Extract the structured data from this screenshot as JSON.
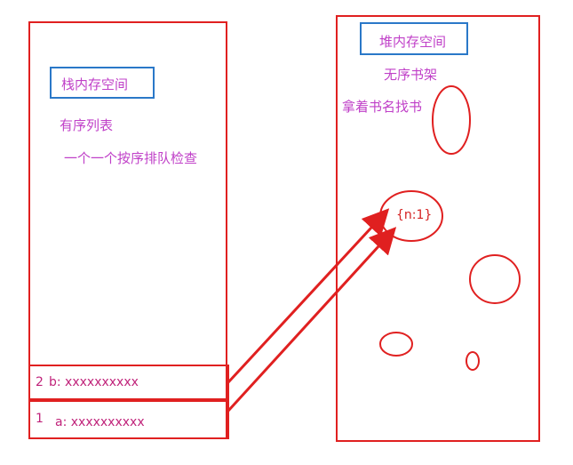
{
  "stack": {
    "label": "栈内存空间",
    "desc1": "有序列表",
    "desc2": "一个一个按序排队检查",
    "rows": [
      {
        "index": "2",
        "text": "b: xxxxxxxxxx"
      },
      {
        "index": "1",
        "text": "a: xxxxxxxxxx"
      }
    ]
  },
  "heap": {
    "label": "堆内存空间",
    "desc1": "无序书架",
    "desc2": "拿着书名找书",
    "object": "{n:1}"
  },
  "colors": {
    "red": "#e02020",
    "blue": "#2a78c8",
    "purple": "#c040c8"
  }
}
